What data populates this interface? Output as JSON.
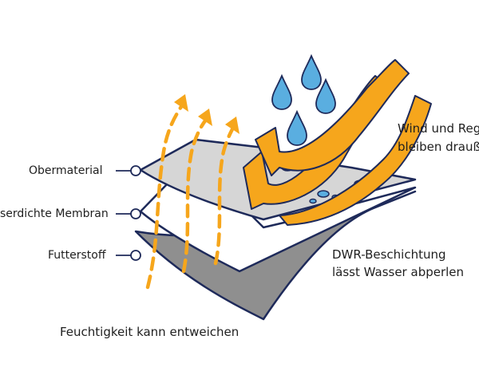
{
  "labels": {
    "obermaterial": "Obermaterial",
    "membran": "serdichte Membran",
    "futterstoff": "Futterstoff",
    "wind_line1": "Wind und Reg",
    "wind_line2": "bleiben drauß",
    "dwr_line1": "DWR-Beschichtung",
    "dwr_line2": "lässt Wasser abperlen",
    "moisture": "Feuchtigkeit kann entweichen"
  },
  "colors": {
    "orange": "#f6a61c",
    "outline": "#1e2a5a",
    "water": "#5aaee0",
    "top_layer": "#d6d6d6",
    "mid_layer": "#ffffff",
    "bottom_layer": "#8f8f8f",
    "text": "#1f1f1f"
  }
}
